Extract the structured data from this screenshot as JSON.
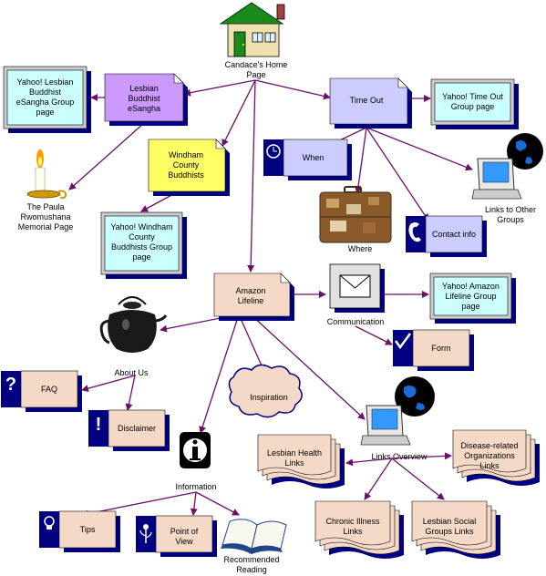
{
  "labels": {
    "home": "Candace's Home\nPage",
    "lesbian_esangha": "Lesbian\nBuddhist\neSangha",
    "yahoo_lesbian": "Yahoo! Lesbian\nBuddhist\neSangha Group\npage",
    "time_out": "Time Out",
    "yahoo_timeout": "Yahoo! Time Out\nGroup page",
    "windham": "Windham\nCounty\nBuddhists",
    "yahoo_windham": "Yahoo! Windham\nCounty\nBuddhists Group\npage",
    "paula": "The Paula\nRwomushana\nMemorial Page",
    "when": "When",
    "where": "Where",
    "contact": "Contact info",
    "links_other": "Links to Other\nGroups",
    "amazon": "Amazon\nLifeline",
    "communication": "Communication",
    "yahoo_amazon": "Yahoo! Amazon\nLifeline Group\npage",
    "form": "Form",
    "about": "About Us",
    "faq": "FAQ",
    "disclaimer": "Disclaimer",
    "inspiration": "Inspiration",
    "information": "Information",
    "links_overview": "Links Overview",
    "lesbian_health": "Lesbian Health\nLinks",
    "disease": "Disease-related\nOrganizations\nLinks",
    "chronic": "Chronic Illness\nLinks",
    "social": "Lesbian Social\nGroups Links",
    "tips": "Tips",
    "point_of_view": "Point of\nView",
    "recommended": "Recommended\nReading"
  },
  "icons": {
    "house": "house-icon",
    "candle": "candle-icon",
    "clock": "clock-icon",
    "suitcase": "suitcase-icon",
    "phone": "phone-icon",
    "computer": "computer-globe-icon",
    "envelope": "envelope-icon",
    "check": "checkmark-icon",
    "teapot": "teapot-icon",
    "question": "question-mark-icon",
    "exclamation": "exclamation-icon",
    "cloud": "cloud-icon",
    "info": "info-icon",
    "lightbulb": "lightbulb-icon",
    "flower": "flower-icon",
    "book": "open-book-icon"
  },
  "colors": {
    "arrow": "#6b0f6b",
    "blue_box": "#ccccff",
    "cyan_box": "#ccffff",
    "purple_box": "#cc99ff",
    "yellow_box": "#ffff66",
    "tan_box": "#f5d9c7",
    "shadow": "#000080"
  }
}
